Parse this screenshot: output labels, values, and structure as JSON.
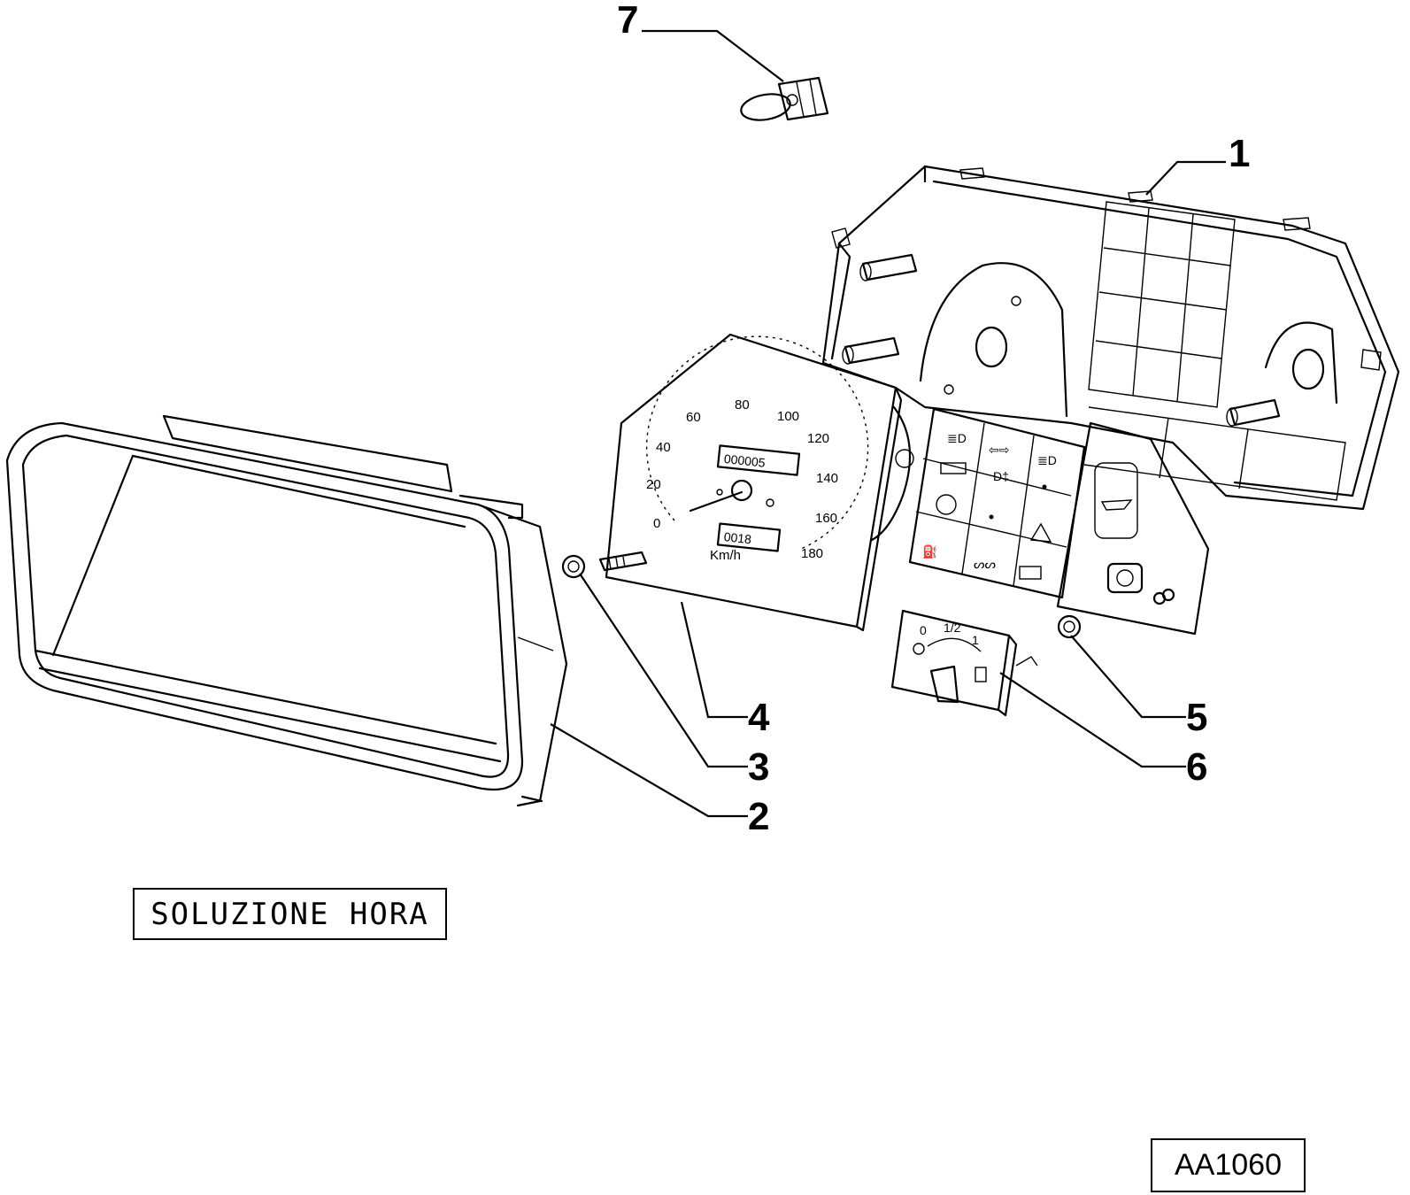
{
  "callouts": {
    "c1": "1",
    "c2": "2",
    "c3": "3",
    "c4": "4",
    "c5": "5",
    "c6": "6",
    "c7": "7"
  },
  "speedometer": {
    "scale": [
      "0",
      "20",
      "40",
      "60",
      "80",
      "100",
      "120",
      "140",
      "160",
      "180"
    ],
    "unit": "Km/h",
    "odometer": "000005",
    "trip": "0018"
  },
  "fuel_gauge": {
    "empty": "0",
    "half": "1/2",
    "full": "1"
  },
  "caption": "SOLUZIONE HORA",
  "drawing_code": "AA1060"
}
